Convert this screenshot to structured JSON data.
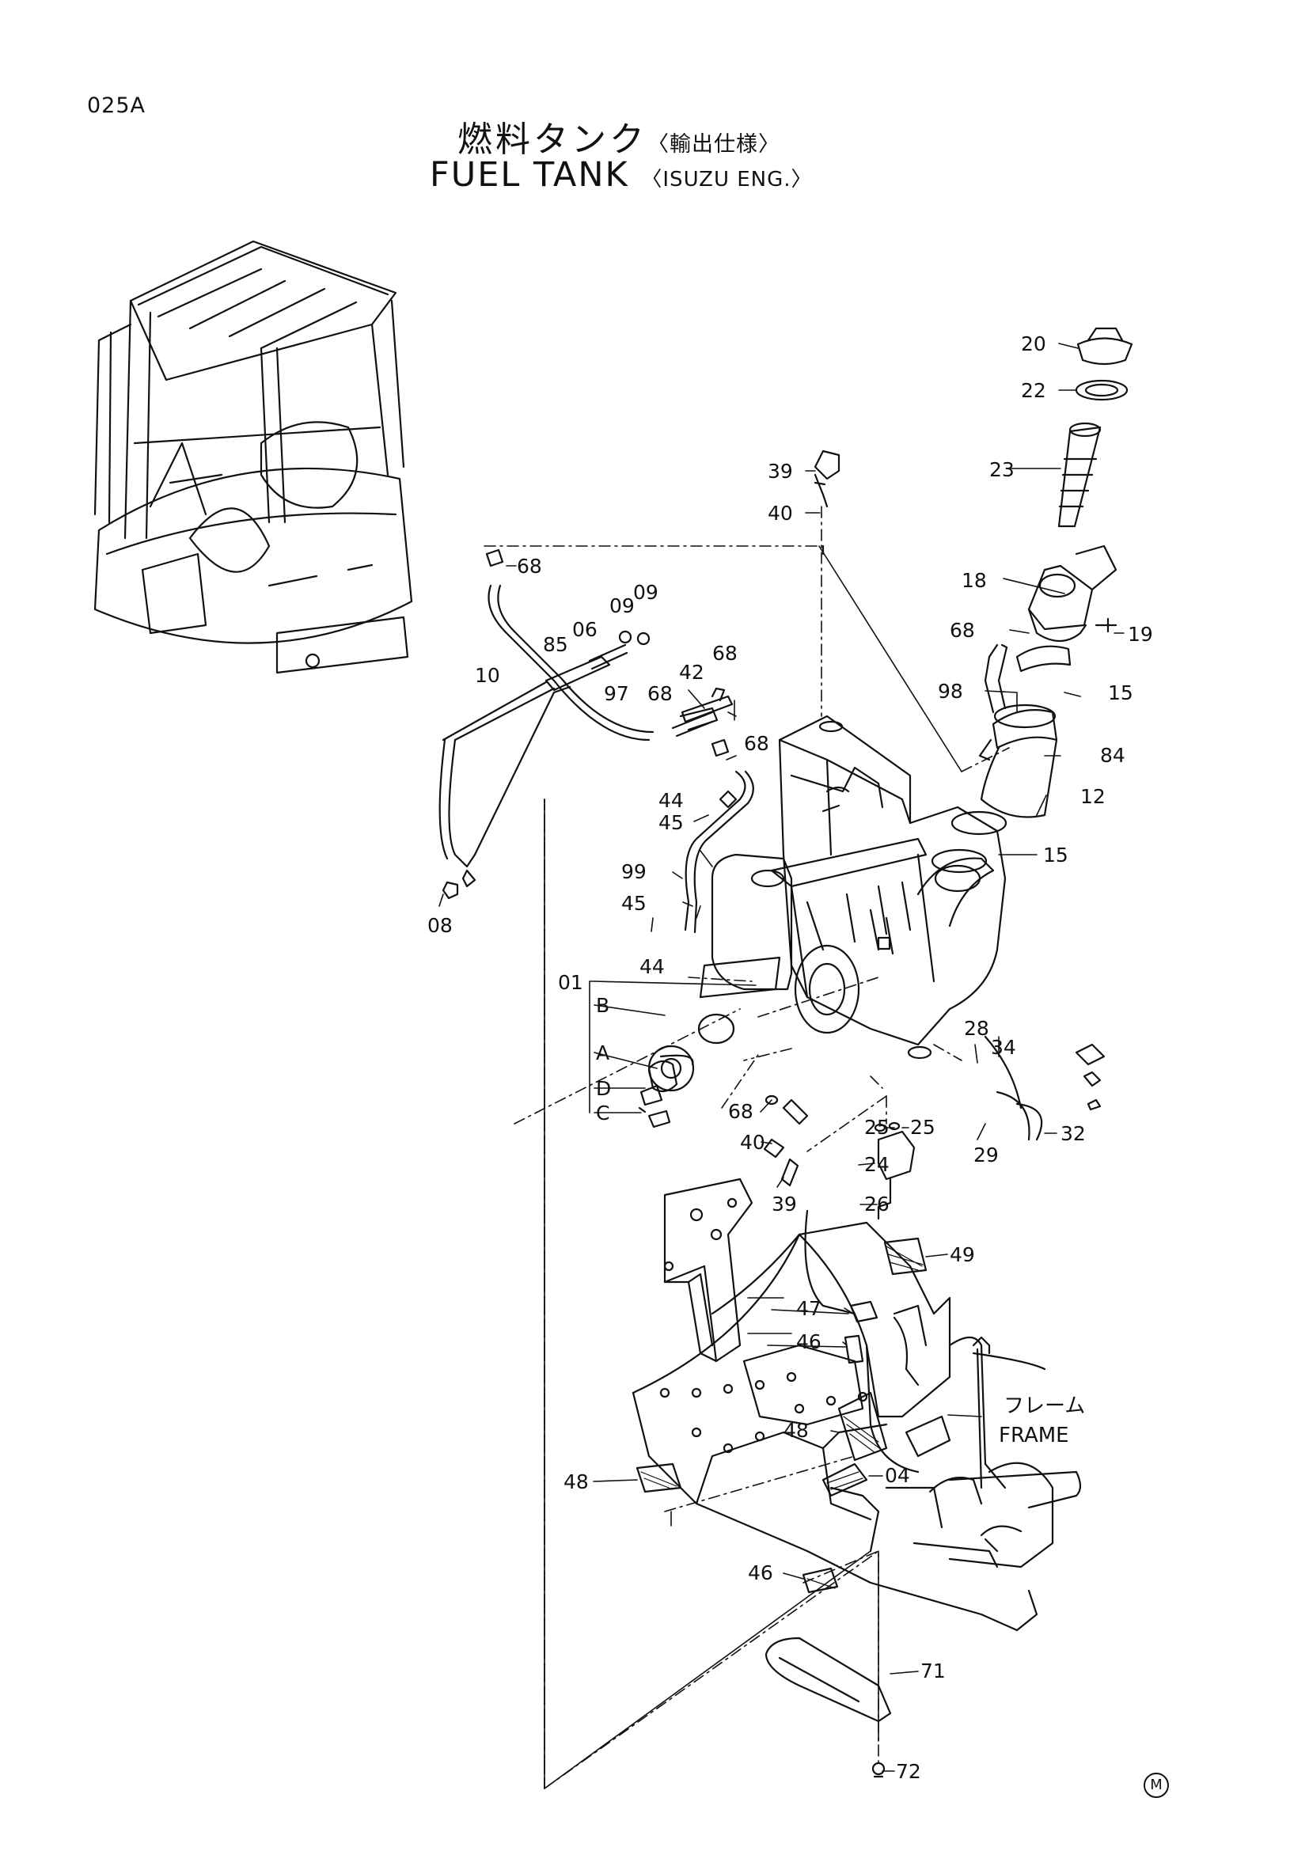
{
  "page_code": "025A",
  "title_jp": "燃料タンク",
  "title_jp_sub": "〈輸出仕様〉",
  "title_en": "FUEL TANK",
  "title_en_sub": "〈ISUZU ENG.〉",
  "frame_label_jp": "フレーム",
  "frame_label_en": "FRAME",
  "corner_mark": "M",
  "callouts": [
    "20",
    "22",
    "23",
    "39",
    "40",
    "68",
    "09",
    "09",
    "18",
    "19",
    "68",
    "85",
    "06",
    "10",
    "97",
    "68",
    "42",
    "68",
    "98",
    "15",
    "68",
    "84",
    "12",
    "44",
    "45",
    "15",
    "99",
    "45",
    "08",
    "44",
    "01",
    "B",
    "A",
    "D",
    "C",
    "28",
    "34",
    "68",
    "40",
    "25",
    "25",
    "24",
    "29",
    "32",
    "39",
    "26",
    "49",
    "47",
    "46",
    "48",
    "48",
    "04",
    "46",
    "71",
    "72"
  ]
}
